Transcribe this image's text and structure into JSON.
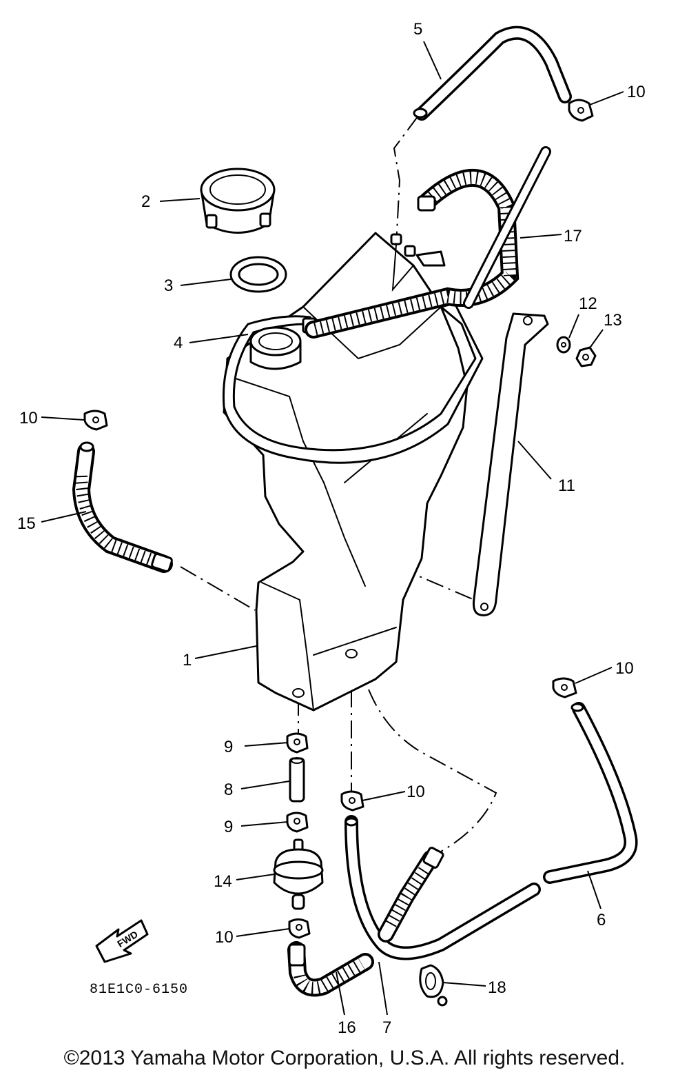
{
  "diagram": {
    "part_callouts": [
      {
        "id": "c1",
        "label": "1"
      },
      {
        "id": "c2",
        "label": "2"
      },
      {
        "id": "c3",
        "label": "3"
      },
      {
        "id": "c4",
        "label": "4"
      },
      {
        "id": "c5",
        "label": "5"
      },
      {
        "id": "c6",
        "label": "6"
      },
      {
        "id": "c7",
        "label": "7"
      },
      {
        "id": "c8",
        "label": "8"
      },
      {
        "id": "c9a",
        "label": "9"
      },
      {
        "id": "c9b",
        "label": "9"
      },
      {
        "id": "c10a",
        "label": "10"
      },
      {
        "id": "c10b",
        "label": "10"
      },
      {
        "id": "c10c",
        "label": "10"
      },
      {
        "id": "c10d",
        "label": "10"
      },
      {
        "id": "c10e",
        "label": "10"
      },
      {
        "id": "c11",
        "label": "11"
      },
      {
        "id": "c12",
        "label": "12"
      },
      {
        "id": "c13",
        "label": "13"
      },
      {
        "id": "c14",
        "label": "14"
      },
      {
        "id": "c15",
        "label": "15"
      },
      {
        "id": "c16",
        "label": "16"
      },
      {
        "id": "c17",
        "label": "17"
      },
      {
        "id": "c18",
        "label": "18"
      }
    ],
    "fwd_label": "FWD",
    "diagram_code": "81E1C0-6150"
  },
  "footer": {
    "copyright": "©2013 Yamaha Motor Corporation, U.S.A. All rights reserved."
  }
}
